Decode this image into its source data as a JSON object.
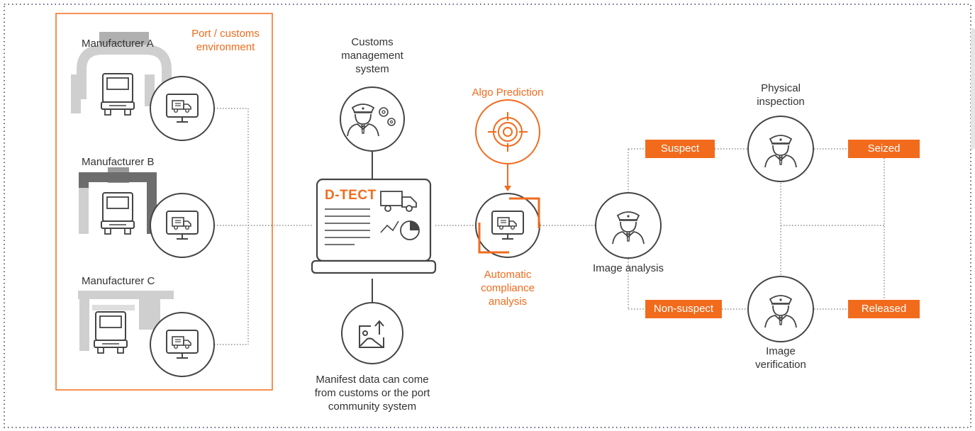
{
  "container": {
    "title": "Port / customs environment",
    "title_line1": "Port / customs",
    "title_line2": "environment"
  },
  "manufacturers": [
    {
      "label": "Manufacturer A"
    },
    {
      "label": "Manufacturer B"
    },
    {
      "label": "Manufacturer C"
    }
  ],
  "customs": {
    "line1": "Customs",
    "line2": "management",
    "line3": "system"
  },
  "platform": {
    "logo": "D-TECT"
  },
  "manifest": {
    "line1": "Manifest data can come",
    "line2": "from customs or the port",
    "line3": "community system"
  },
  "algo": {
    "label": "Algo Prediction"
  },
  "compliance": {
    "line1": "Automatic",
    "line2": "compliance",
    "line3": "analysis"
  },
  "image_analysis": {
    "label": "Image analysis"
  },
  "physical": {
    "line1": "Physical",
    "line2": "inspection"
  },
  "verification": {
    "line1": "Image",
    "line2": "verification"
  },
  "tags": {
    "suspect": "Suspect",
    "non_suspect": "Non-suspect",
    "seized": "Seized",
    "released": "Released"
  },
  "colors": {
    "accent": "#f26b1d",
    "line": "#777777",
    "text": "#333333",
    "scanner_gray": "#cfcfcf",
    "scanner_dark": "#6d6d6d"
  }
}
